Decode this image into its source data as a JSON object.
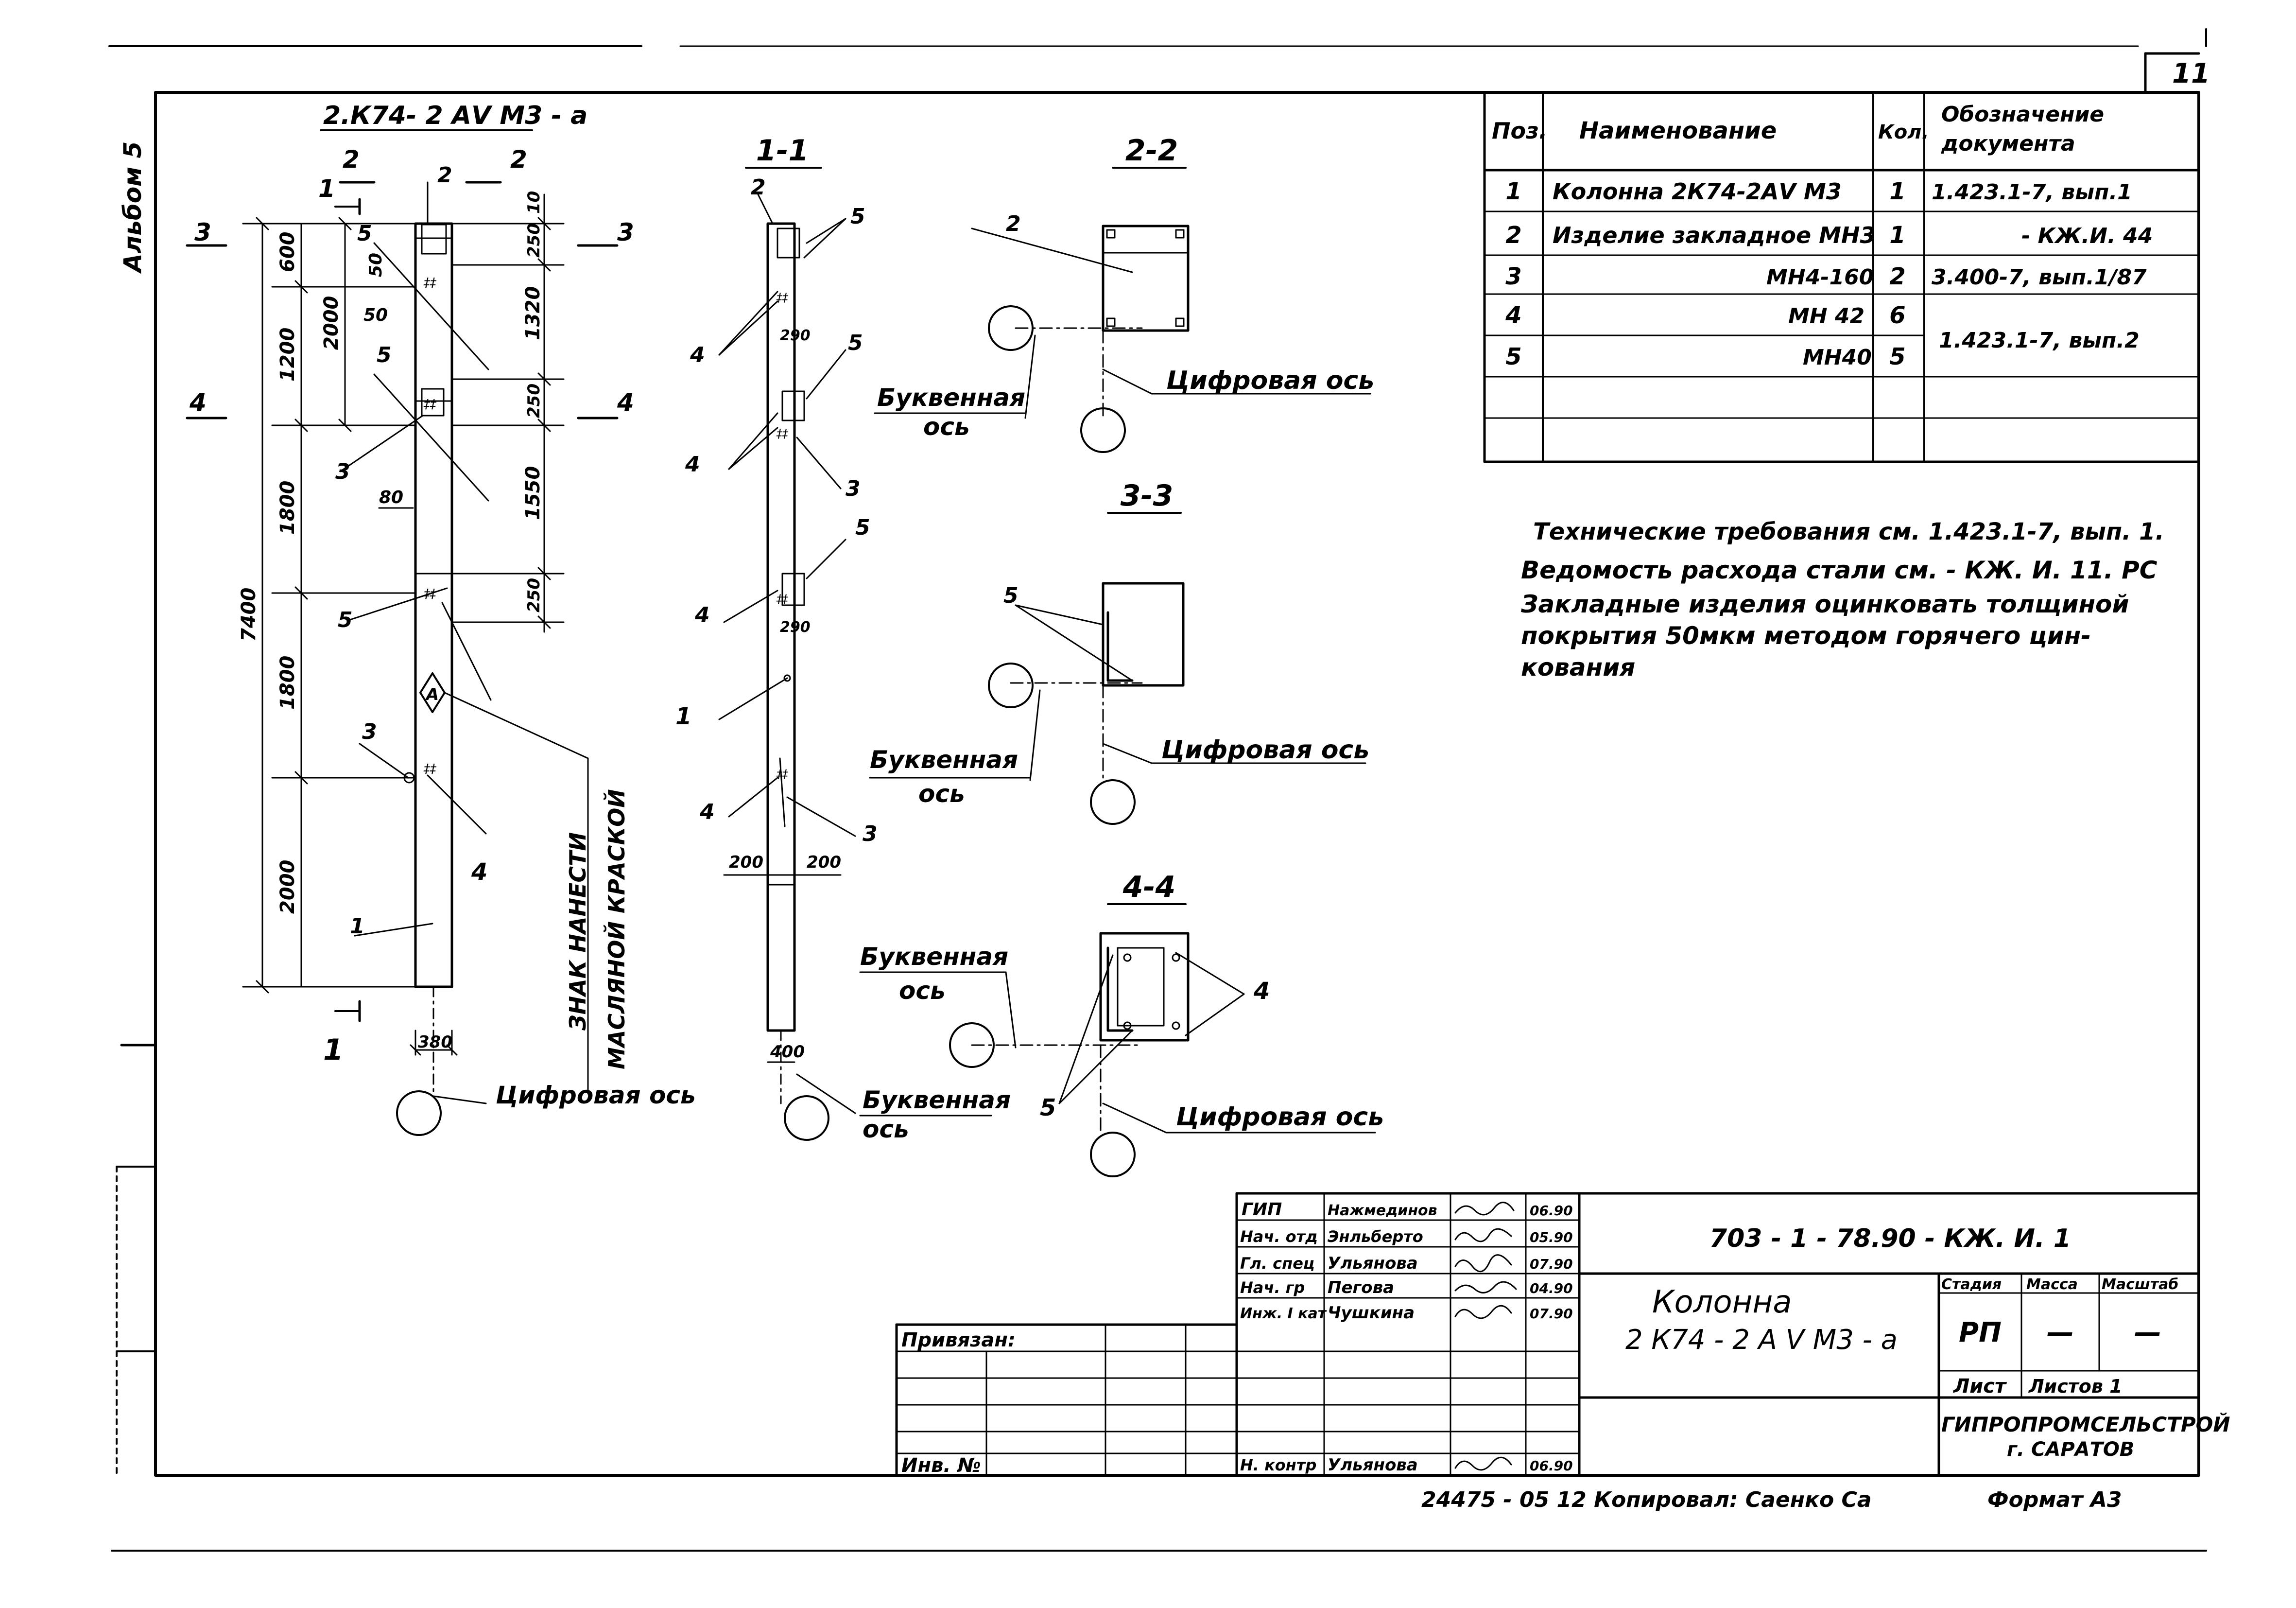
{
  "sheet": {
    "number": "11",
    "album": "Альбом 5"
  },
  "column": {
    "title": "2.К74- 2 АⅤ М3 - а",
    "dims_left": [
      "600",
      "1200",
      "2000",
      "1800",
      "1800",
      "2000",
      "7400"
    ],
    "dims_right": [
      "10",
      "250",
      "1320",
      "250",
      "1550",
      "250"
    ],
    "dims_inner": [
      "50",
      "50",
      "80"
    ],
    "dim_bottom": "380",
    "paint_note": [
      "ЗНАК НАНЕСТИ",
      "МАСЛЯНОЙ КРАСКОЙ"
    ],
    "mark_a": "А"
  },
  "sections": {
    "s1": "1-1",
    "s2": "2-2",
    "s3": "3-3",
    "s4": "4-4",
    "cut1": "1",
    "cut2": "2",
    "cut3": "3",
    "cut4": "4",
    "dims_1_1": [
      "290",
      "290",
      "200",
      "200",
      "400"
    ]
  },
  "callouts": {
    "n1": "1",
    "n2": "2",
    "n3": "3",
    "n4": "4",
    "n5": "5"
  },
  "axes": {
    "letter_1": "Буквенная",
    "letter_2": "ось",
    "digital": "Цифровая  ось"
  },
  "spec": {
    "headers": [
      "Поз.",
      "Наименование",
      "Кол.",
      "Обозначение документа"
    ],
    "header_doc_1": "Обозначение",
    "header_doc_2": "документа",
    "rows": [
      {
        "pos": "1",
        "name": "Колонна 2К74-2АⅤ М3",
        "qty": "1",
        "doc": "1.423.1-7,  вып.1"
      },
      {
        "pos": "2",
        "name": "Изделие закладное МН3",
        "qty": "1",
        "doc": "- КЖ.И. 44"
      },
      {
        "pos": "3",
        "name": "МН4-160",
        "qty": "2",
        "doc": "3.400-7,  вып.1/87"
      },
      {
        "pos": "4",
        "name": "МН 42",
        "qty": "6",
        "doc": "1.423.1-7,  вып.2"
      },
      {
        "pos": "5",
        "name": "МН40",
        "qty": "5",
        "doc": ""
      }
    ]
  },
  "notes": [
    "Технические  требования  см. 1.423.1-7, вып. 1.",
    "Ведомость  расхода  стали  см. - КЖ. И. 11. РС",
    "Закладные  изделия  оцинковать  толщиной",
    "покрытия  50мкм  методом  горячего  цин-",
    "кования"
  ],
  "titleblock": {
    "code": "703 - 1 - 78.90  - КЖ. И. 1",
    "name_1": "Колонна",
    "name_2": "2 К74 - 2 А Ⅴ М3 - а",
    "stage_label": "Стадия",
    "mass_label": "Масса",
    "scale_label": "Масштаб",
    "stage": "РП",
    "mass": "—",
    "scale": "—",
    "sheet_label": "Лист",
    "sheets_label": "Листов 1",
    "org_1": "ГИПРОПРОМСЕЛЬСТРОЙ",
    "org_2": "г. САРАТОВ",
    "privyazan": "Привязан:",
    "inv": "Инв. №",
    "staff": [
      {
        "role": "ГИП",
        "name": "Нажмединов",
        "date": "06.90"
      },
      {
        "role": "Нач. отд",
        "name": "Энльберто",
        "date": "05.90"
      },
      {
        "role": "Гл. спец",
        "name": "Ульянова",
        "date": "07.90"
      },
      {
        "role": "Нач. гр",
        "name": "Пегова",
        "date": "04.90"
      },
      {
        "role": "Инж. I кат",
        "name": "Чушкина",
        "date": "07.90"
      },
      {
        "role": "Н. контр",
        "name": "Ульянова",
        "date": "06.90"
      }
    ],
    "footer": "24475 - 05   12   Копировал:  Саенко  Са",
    "format": "Формат А3"
  }
}
